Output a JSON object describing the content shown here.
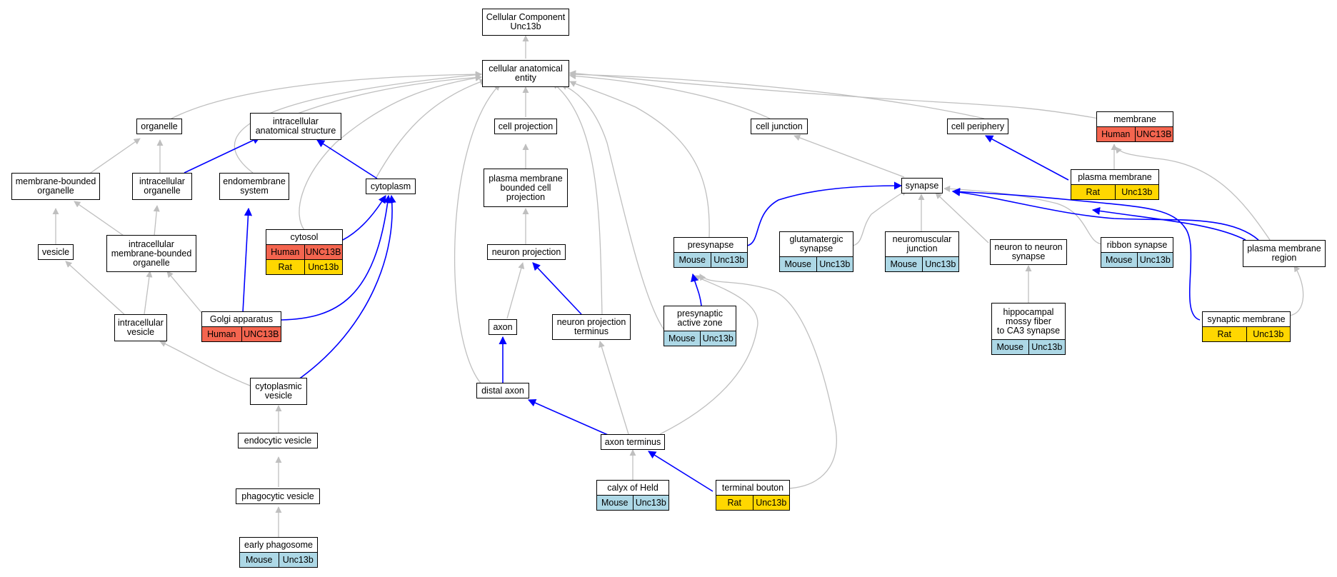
{
  "colors": {
    "gray_edge": "#bfbfbf",
    "blue_edge": "#0000ff",
    "Human": "#f4654f",
    "Mouse": "#add8e6",
    "Rat": "#ffd700"
  },
  "nodes": [
    {
      "id": "root",
      "label": "Cellular Component\nUnc13b"
    },
    {
      "id": "cae",
      "label": "cellular anatomical\nentity"
    },
    {
      "id": "organelle",
      "label": "organelle"
    },
    {
      "id": "ias",
      "label": "intracellular\nanatomical structure"
    },
    {
      "id": "cellproj",
      "label": "cell projection"
    },
    {
      "id": "celljunction",
      "label": "cell junction"
    },
    {
      "id": "cellperiphery",
      "label": "cell periphery"
    },
    {
      "id": "membrane",
      "label": "membrane",
      "annotations": [
        [
          "Human",
          "UNC13B"
        ]
      ]
    },
    {
      "id": "mbo",
      "label": "membrane-bounded\norganelle"
    },
    {
      "id": "io",
      "label": "intracellular\norganelle"
    },
    {
      "id": "endomembrane",
      "label": "endomembrane\nsystem"
    },
    {
      "id": "cytoplasm",
      "label": "cytoplasm"
    },
    {
      "id": "pmbcp",
      "label": "plasma membrane\nbounded cell\nprojection"
    },
    {
      "id": "synapse",
      "label": "synapse"
    },
    {
      "id": "pm",
      "label": "plasma membrane",
      "annotations": [
        [
          "Rat",
          "Unc13b"
        ]
      ]
    },
    {
      "id": "vesicle",
      "label": "vesicle"
    },
    {
      "id": "imbo",
      "label": "intracellular\nmembrane-bounded\norganelle"
    },
    {
      "id": "cytosol",
      "label": "cytosol",
      "annotations": [
        [
          "Human",
          "UNC13B"
        ],
        [
          "Rat",
          "Unc13b"
        ]
      ]
    },
    {
      "id": "neuronproj",
      "label": "neuron projection"
    },
    {
      "id": "presynapse",
      "label": "presynapse",
      "annotations": [
        [
          "Mouse",
          "Unc13b"
        ]
      ]
    },
    {
      "id": "glut",
      "label": "glutamatergic\nsynapse",
      "annotations": [
        [
          "Mouse",
          "Unc13b"
        ]
      ]
    },
    {
      "id": "nmj",
      "label": "neuromuscular\njunction",
      "annotations": [
        [
          "Mouse",
          "Unc13b"
        ]
      ]
    },
    {
      "id": "n2n",
      "label": "neuron to neuron\nsynapse"
    },
    {
      "id": "ribbon",
      "label": "ribbon synapse",
      "annotations": [
        [
          "Mouse",
          "Unc13b"
        ]
      ]
    },
    {
      "id": "pmr",
      "label": "plasma membrane\nregion"
    },
    {
      "id": "iv",
      "label": "intracellular\nvesicle"
    },
    {
      "id": "golgi",
      "label": "Golgi apparatus",
      "annotations": [
        [
          "Human",
          "UNC13B"
        ]
      ]
    },
    {
      "id": "axon",
      "label": "axon"
    },
    {
      "id": "npt",
      "label": "neuron projection\nterminus"
    },
    {
      "id": "paz",
      "label": "presynaptic\nactive zone",
      "annotations": [
        [
          "Mouse",
          "Unc13b"
        ]
      ]
    },
    {
      "id": "hippo",
      "label": "hippocampal\nmossy fiber\nto CA3 synapse",
      "annotations": [
        [
          "Mouse",
          "Unc13b"
        ]
      ]
    },
    {
      "id": "synmem",
      "label": "synaptic membrane",
      "annotations": [
        [
          "Rat",
          "Unc13b"
        ]
      ]
    },
    {
      "id": "cytovesicle",
      "label": "cytoplasmic\nvesicle"
    },
    {
      "id": "distalaxon",
      "label": "distal axon"
    },
    {
      "id": "endocytic",
      "label": "endocytic vesicle"
    },
    {
      "id": "axonterm",
      "label": "axon terminus"
    },
    {
      "id": "phagocytic",
      "label": "phagocytic vesicle"
    },
    {
      "id": "calyx",
      "label": "calyx of Held",
      "annotations": [
        [
          "Mouse",
          "Unc13b"
        ]
      ]
    },
    {
      "id": "bouton",
      "label": "terminal bouton",
      "annotations": [
        [
          "Rat",
          "Unc13b"
        ]
      ]
    },
    {
      "id": "phagosome",
      "label": "early phagosome",
      "annotations": [
        [
          "Mouse",
          "Unc13b"
        ]
      ]
    }
  ]
}
